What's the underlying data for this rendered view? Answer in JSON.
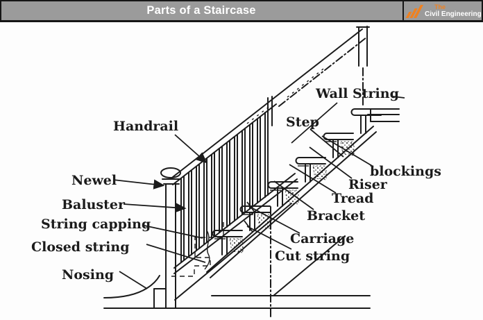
{
  "header": {
    "title": "Parts of a Staircase",
    "logo": {
      "line1": "The",
      "line2": "Civil Engineering"
    },
    "colors": {
      "bar_background": "#9b9b9b",
      "bar_border": "#161616",
      "title_text": "#ffffff",
      "logo_accent_orange": "#ef8120",
      "logo_text_white": "#ffffff"
    }
  },
  "diagram": {
    "type": "labeled-line-drawing",
    "subject": "staircase cross-section",
    "background": "#fdfdfd",
    "line_color": "#1b1b1b",
    "labels": [
      {
        "text": "Handrail"
      },
      {
        "text": "Newel"
      },
      {
        "text": "Baluster"
      },
      {
        "text": "String capping"
      },
      {
        "text": "Closed string"
      },
      {
        "text": "Nosing"
      },
      {
        "text": "Wall String"
      },
      {
        "text": "Step"
      },
      {
        "text": "blockings"
      },
      {
        "text": "Riser"
      },
      {
        "text": "Tread"
      },
      {
        "text": "Bracket"
      },
      {
        "text": "Carriage"
      },
      {
        "text": "Cut string"
      }
    ]
  }
}
